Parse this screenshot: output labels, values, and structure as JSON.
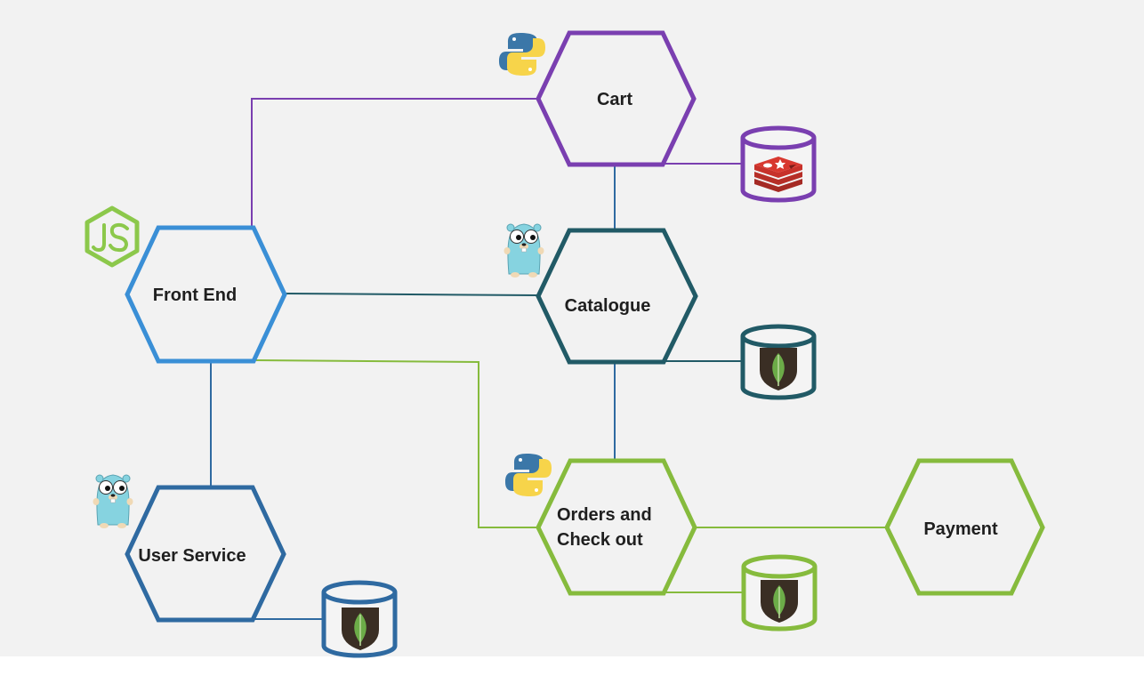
{
  "colors": {
    "background": "#f2f2f2",
    "front_end": "#3a8fd6",
    "cart": "#7a3fb0",
    "catalogue": "#215a66",
    "orders": "#86bb3d",
    "user_service": "#2f6aa1",
    "payment": "#86bb3d",
    "mongo_leaf": "#6cac48",
    "mongo_shield": "#3a2e24",
    "redis": "#c7312a",
    "gopher": "#86d3e0",
    "python_blue": "#3b77a8",
    "python_yellow": "#f7d44a",
    "nodejs": "#8cc84b"
  },
  "services": {
    "cart": {
      "label": "Cart",
      "tech_icon": "python-logo-icon",
      "db_icon": "redis-icon"
    },
    "front_end": {
      "label": "Front End",
      "tech_icon": "nodejs-logo-icon"
    },
    "catalogue": {
      "label": "Catalogue",
      "tech_icon": "go-gopher-icon",
      "db_icon": "mongodb-icon"
    },
    "orders": {
      "label_line1": "Orders and",
      "label_line2": "Check out",
      "tech_icon": "python-logo-icon",
      "db_icon": "mongodb-icon"
    },
    "payment": {
      "label": "Payment"
    },
    "user_service": {
      "label": "User Service",
      "tech_icon": "go-gopher-icon",
      "db_icon": "mongodb-icon"
    }
  }
}
